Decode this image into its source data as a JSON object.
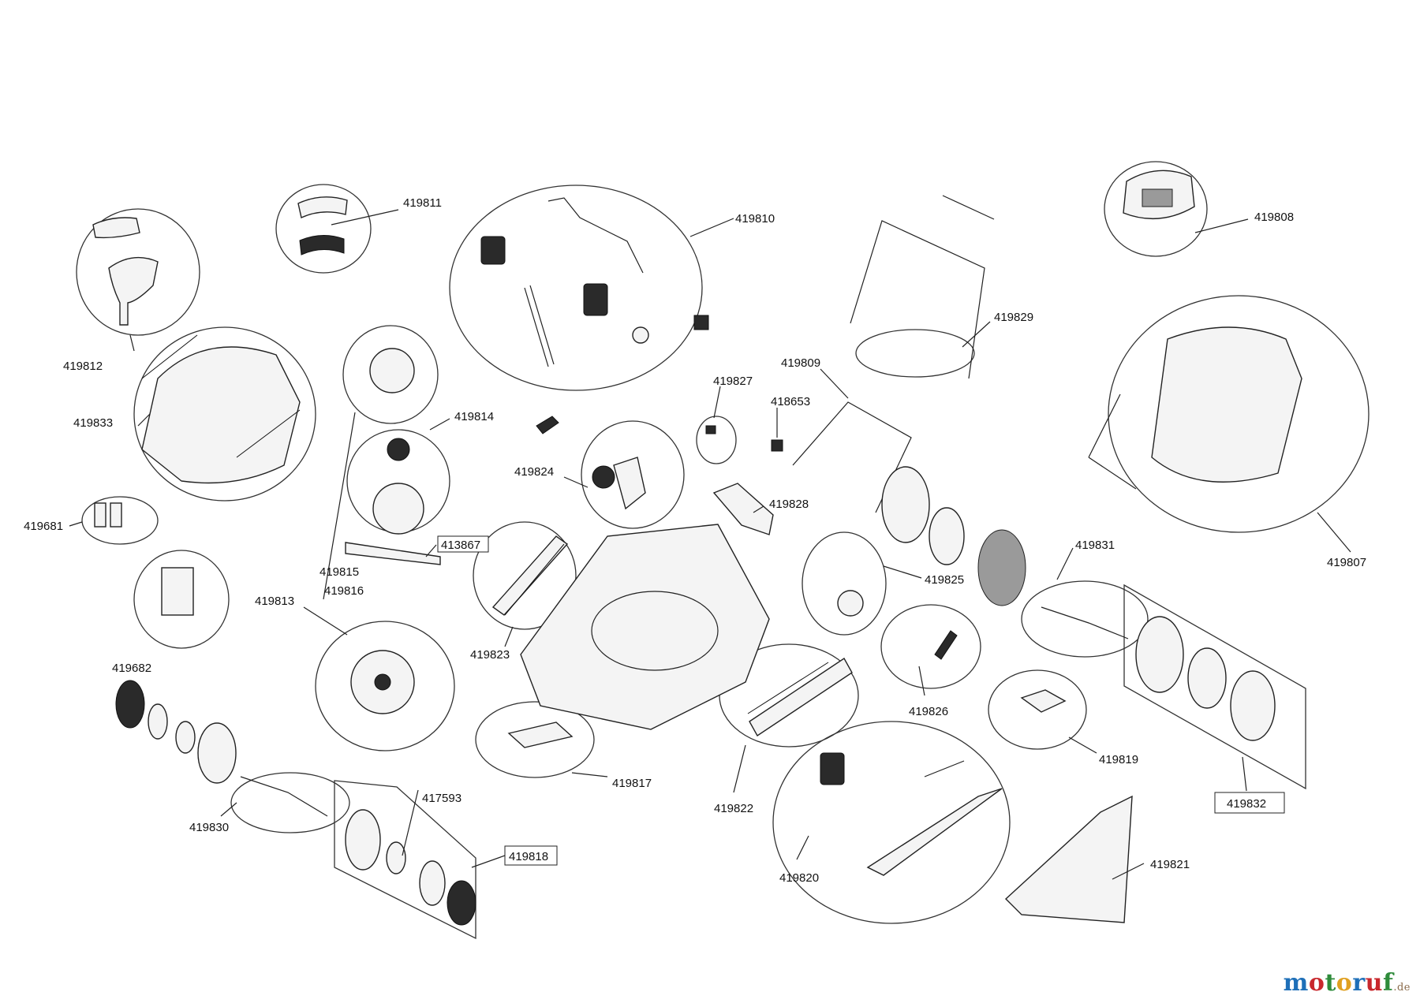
{
  "diagram": {
    "labels": {
      "p419812": "419812",
      "p419811": "419811",
      "p419810": "419810",
      "p419808": "419808",
      "p419833": "419833",
      "p419829": "419829",
      "p419809": "419809",
      "p419827": "419827",
      "p418653": "418653",
      "p419814": "419814",
      "p419824": "419824",
      "p419828": "419828",
      "p419681": "419681",
      "p413867": "413867",
      "p419815": "419815",
      "p419816": "419816",
      "p419813": "419813",
      "p419825": "419825",
      "p419831": "419831",
      "p419807": "419807",
      "p419823": "419823",
      "p419682": "419682",
      "p419826": "419826",
      "p419819": "419819",
      "p419817": "419817",
      "p419822": "419822",
      "p419830": "419830",
      "p417593": "417593",
      "p419818": "419818",
      "p419832": "419832",
      "p419820": "419820",
      "p419821": "419821"
    }
  },
  "watermark": {
    "text": "motoruf",
    "suffix": ".de",
    "colors": [
      "#1e6fb8",
      "#c8282d",
      "#2e8b3a",
      "#e0a020",
      "#1e6fb8",
      "#c8282d",
      "#2e8b3a"
    ]
  }
}
